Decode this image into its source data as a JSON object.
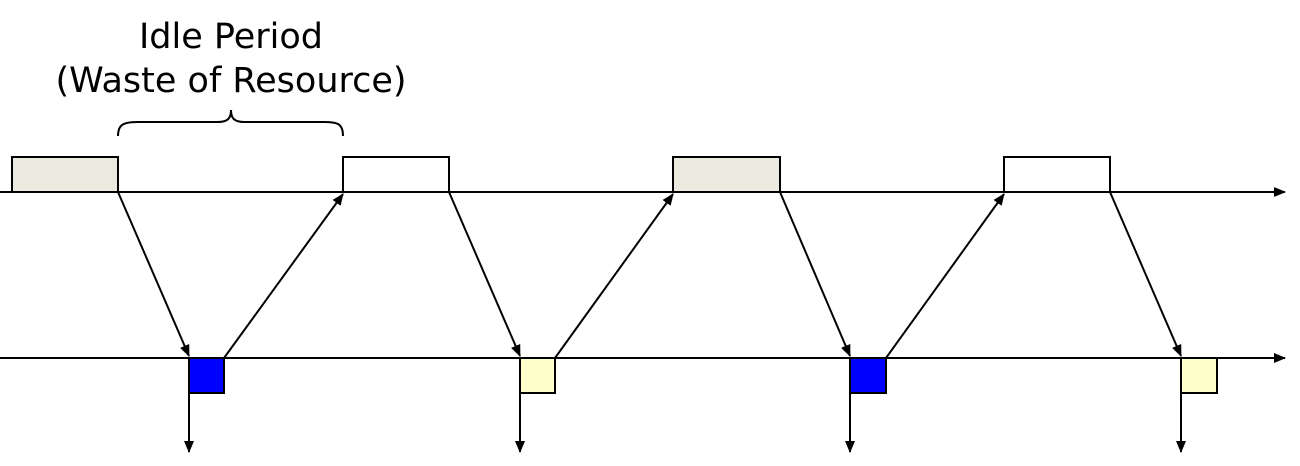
{
  "annotation": {
    "title_line1": "Idle Period",
    "title_line2": "(Waste of Resource)"
  },
  "colors": {
    "line": "#000000",
    "block_gray": "#ECEADF",
    "block_white": "#FFFFFF",
    "block_blue": "#0000FF",
    "block_yellow": "#FFFFCC"
  },
  "top_blocks": [
    {
      "fill": "gray"
    },
    {
      "fill": "white"
    },
    {
      "fill": "gray"
    },
    {
      "fill": "white"
    }
  ],
  "bottom_blocks": [
    {
      "fill": "blue"
    },
    {
      "fill": "yellow"
    },
    {
      "fill": "blue"
    },
    {
      "fill": "yellow"
    }
  ],
  "idle_brace": {
    "spans": "gap between first and second top block"
  }
}
